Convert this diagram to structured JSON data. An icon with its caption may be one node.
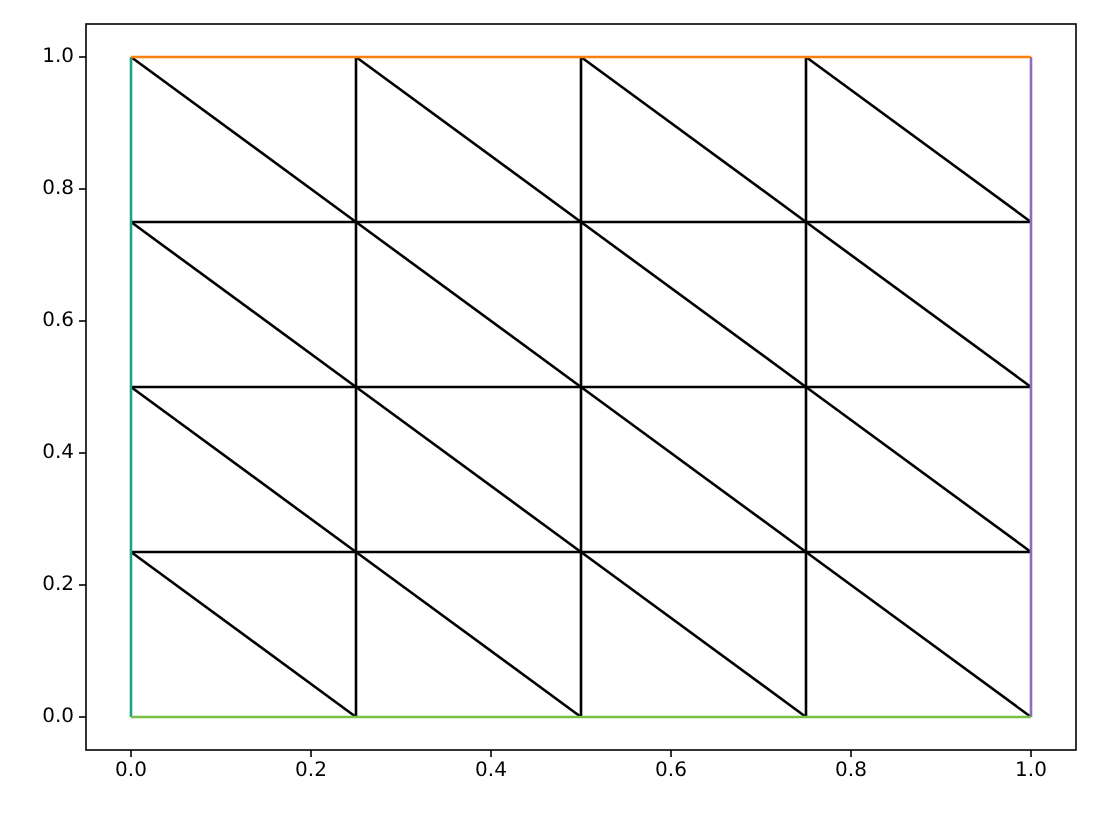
{
  "diagram": {
    "labels": [
      "1.0",
      "0.8",
      "0.6",
      "0.4",
      "0.2",
      "0.0",
      "0.0",
      "0.2",
      "0.4",
      "0.6",
      "0.8",
      "1.0"
    ]
  }
}
